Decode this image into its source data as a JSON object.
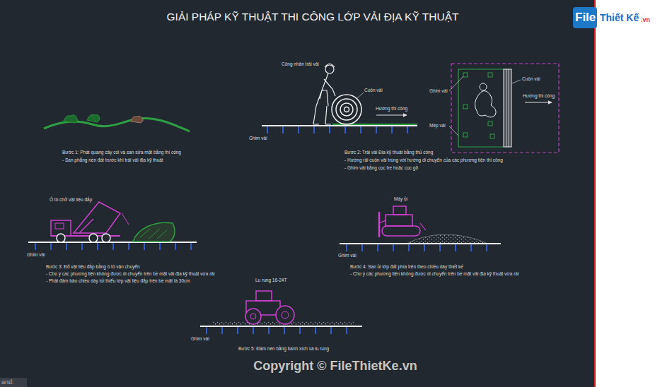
{
  "diagram": {
    "title": "GIẢI PHÁP KỸ THUẬT THI CÔNG LỚP VẢI ĐỊA KỸ THUẬT",
    "labels": [
      "Bước 1: Phát quang cây cối và san sửa mặt bằng thi công",
      "- San phẳng nền đất trước khi trải vải địa kỹ thuật",
      "Công nhân trải vải",
      "Cuộn vải",
      "Hướng thi công",
      "Ghim vải",
      "Ghim vải",
      "Cuộn vải",
      "Hướng thi công",
      "Mép vải",
      "Bước 2: Trải vải Địa kỹ thuật bằng thủ công",
      "- Hướng rải cuộn vải trùng với hướng di chuyển của các phương tiện thi công",
      "- Ghim vải bằng cọc tre hoặc cọc gỗ",
      "Ô tô chở vật liệu đắp",
      "Ghim vải",
      "Bước 3: Đổ vật liệu đắp bằng ô tô vận chuyển",
      "- Chú ý các phương tiện không được di chuyển trên bề mặt vải địa kỹ thuật vừa rải",
      "- Phải đảm bảo chiều dày tối thiểu lớp vật liệu đắp trên bề mặt là 30cm",
      "Máy ủi",
      "Ghim vải",
      "Bước 4: San ủi lớp đất phía trên theo chiều dày thiết kế",
      "- Chú ý các phương tiện không được di chuyển trên bề mặt vải địa kỹ thuật vừa rải",
      "Lu rung 16-24T",
      "Ghim vải",
      "Bước 5: Đầm nén bằng bánh xích và lu rung",
      "Copyright © FileThietKe.vn",
      "and:",
      "File",
      "Thiết Kế",
      ".vn"
    ]
  }
}
